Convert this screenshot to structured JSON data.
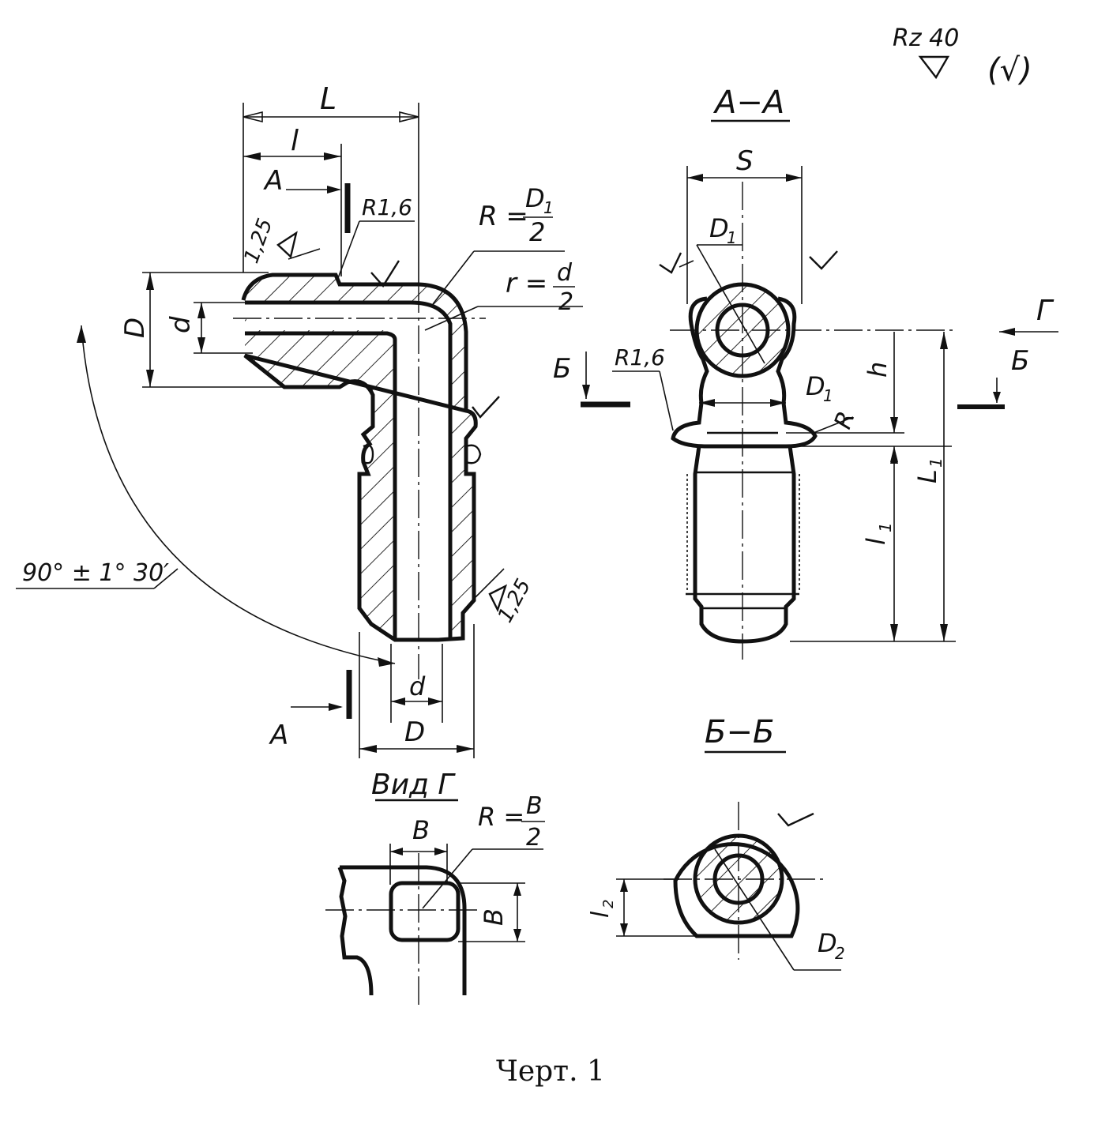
{
  "surface_finish": {
    "main": "Rz 40",
    "general": "(√)"
  },
  "sections": {
    "aa_title": "А−А",
    "bb_title": "Б−Б",
    "view_g_title": "Вид Г"
  },
  "cut_letters": {
    "a_top": "А",
    "a_bottom": "А",
    "b_left": "Б",
    "b_right": "Б",
    "g": "Г"
  },
  "main_view": {
    "L": "L",
    "l": "l",
    "D": "D",
    "d": "d",
    "D_bottom": "D",
    "d_bottom": "d",
    "R16": "R1,6",
    "R_outer": {
      "lhs": "R =",
      "num": "D",
      "sub": "1",
      "den": "2"
    },
    "r_inner": {
      "lhs": "r =",
      "num": "d",
      "den": "2"
    },
    "finish_125_top": "1,25",
    "finish_125_bottom": "1,25",
    "angle": "90° ± 1° 30′"
  },
  "section_aa": {
    "S": "S",
    "D1_top": "D",
    "D1_mid": "D",
    "sub1": "1",
    "R16": "R1,6",
    "h": "h",
    "R": "R",
    "L1": "L",
    "l1": "l"
  },
  "view_g": {
    "B_top": "B",
    "B_right": "B",
    "R": {
      "lhs": "R =",
      "num": "B",
      "den": "2"
    }
  },
  "section_bb": {
    "l2": "l",
    "l2_sub": "2",
    "D2": "D",
    "D2_sub": "2"
  },
  "caption": "Черт. 1"
}
